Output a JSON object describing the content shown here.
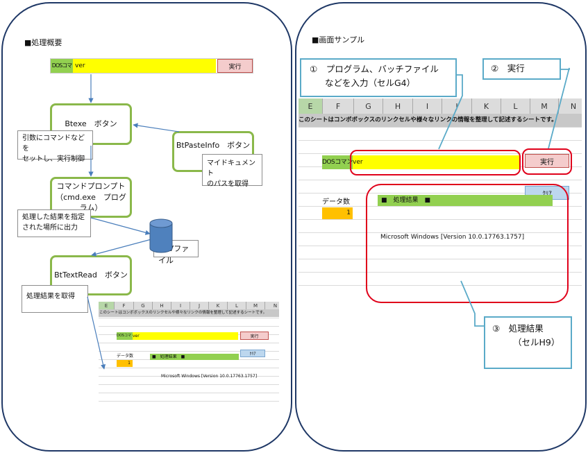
{
  "left": {
    "title": "■処理概要",
    "dos_label": "DOSコマンド",
    "dos_value": "ver",
    "run_label": "実行",
    "btexe": "Btexe　ボタン",
    "btexe_note_1": "引数にコマンドなどを",
    "btexe_note_2": "セットし、実行制御",
    "btpaste": "BtPasteInfo　ボタン",
    "btpaste_note_1": "マイドキュメント",
    "btpaste_note_2": "のパスを取得",
    "cmd_line1": "コマンドプロンプト",
    "cmd_line2": "（cmd.exe　プログラム）",
    "cmd_note_1": "処理した結果を指定",
    "cmd_note_2": "された場所に出力",
    "csv": "CSVファイル",
    "bttext": "BtTextRead　ボタン",
    "bttext_note": "処理結果を取得",
    "mini": {
      "cols": [
        "E",
        "F",
        "G",
        "H",
        "I",
        "J",
        "K",
        "L",
        "M",
        "N"
      ],
      "banner": "このシートはコンボボックスのリンクセルや様々なリンクの情報を整理して記述するシートです。",
      "dos_label": "DOSコマンド",
      "dos_value": "ver",
      "run_label": "実行",
      "clear_label": "ｸﾘｱ",
      "count_label": "データ数",
      "count_value": "1",
      "result_header": "■　処理結果　■",
      "result_text": "Microsoft Windows [Version 10.0.17763.1757]"
    }
  },
  "right": {
    "title": "■画面サンプル",
    "callout1_line1": "①　プログラム、バッチファイル",
    "callout1_line2": "などを入力（セルG4）",
    "callout2": "②　実行",
    "callout3_line1": "③　処理結果",
    "callout3_line2": "（セルH9）",
    "sheet": {
      "cols": [
        "E",
        "F",
        "G",
        "H",
        "I",
        "J",
        "K",
        "L",
        "M",
        "N"
      ],
      "banner": "このシートはコンボボックスのリンクセルや様々なリンクの情報を整理して記述するシートです。",
      "dos_label": "DOSコマンド",
      "dos_value": "ver",
      "run_label": "実行",
      "clear_label": "ｸﾘｱ",
      "count_label": "データ数",
      "count_value": "1",
      "result_header": "■　処理結果　■",
      "result_text": "Microsoft Windows [Version 10.0.17763.1757]"
    }
  },
  "colors": {
    "panel_border": "#1f3866",
    "flow_box_border": "#8ab84a",
    "callout_border": "#5aaac8",
    "highlight_red": "#e0001a",
    "cell_yellow": "#ffff00",
    "cell_green": "#92d050",
    "cell_orange": "#ffc000",
    "cylinder": "#4f81bd"
  }
}
